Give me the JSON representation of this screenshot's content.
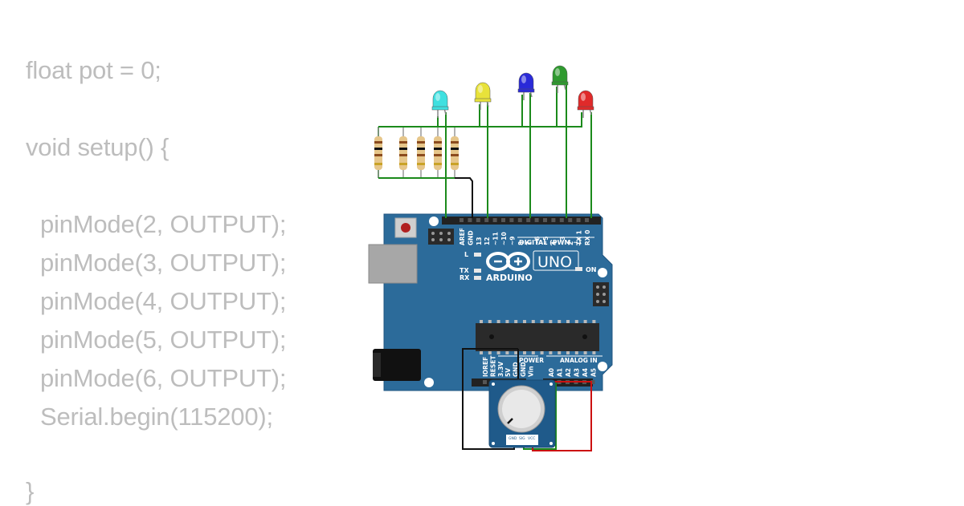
{
  "code": {
    "lines": [
      "float pot = 0;",
      "void setup() {",
      "pinMode(2, OUTPUT);",
      "pinMode(3, OUTPUT);",
      "pinMode(4, OUTPUT);",
      "pinMode(5, OUTPUT);",
      "pinMode(6, OUTPUT);",
      "Serial.begin(115200);",
      "}"
    ]
  },
  "board": {
    "logo_text": "ARDUINO",
    "model": "UNO",
    "digital_label": "DIGITAL (PWM ~)",
    "analog_label": "ANALOG IN",
    "power_label": "POWER",
    "on_label": "ON",
    "led_l_label": "L",
    "tx_label": "TX",
    "rx_label": "RX",
    "digital_pins": [
      "AREF",
      "GND",
      "13",
      "12",
      "~11",
      "~10",
      "~9",
      "8",
      "7",
      "~6",
      "~5",
      "4",
      "~3",
      "2",
      "TX 1",
      "RX 0"
    ],
    "power_pins": [
      "IOREF",
      "RESET",
      "3.3V",
      "5V",
      "GND",
      "GND",
      "Vin"
    ],
    "analog_pins": [
      "A0",
      "A1",
      "A2",
      "A3",
      "A4",
      "A5"
    ],
    "colors": {
      "board": "#2c6b9a",
      "header": "#222222"
    }
  },
  "potentiometer": {
    "pin_labels": [
      "GND",
      "SIG",
      "VCC"
    ]
  },
  "leds": [
    {
      "color_name": "cyan",
      "color": "#3fe0e0"
    },
    {
      "color_name": "yellow",
      "color": "#e8e23a"
    },
    {
      "color_name": "blue",
      "color": "#2a2ad8"
    },
    {
      "color_name": "green",
      "color": "#2f9a2f"
    },
    {
      "color_name": "red",
      "color": "#e02a2a"
    }
  ],
  "wires": {
    "green": "#1b8a1b",
    "black": "#111111",
    "red": "#cc1111"
  }
}
